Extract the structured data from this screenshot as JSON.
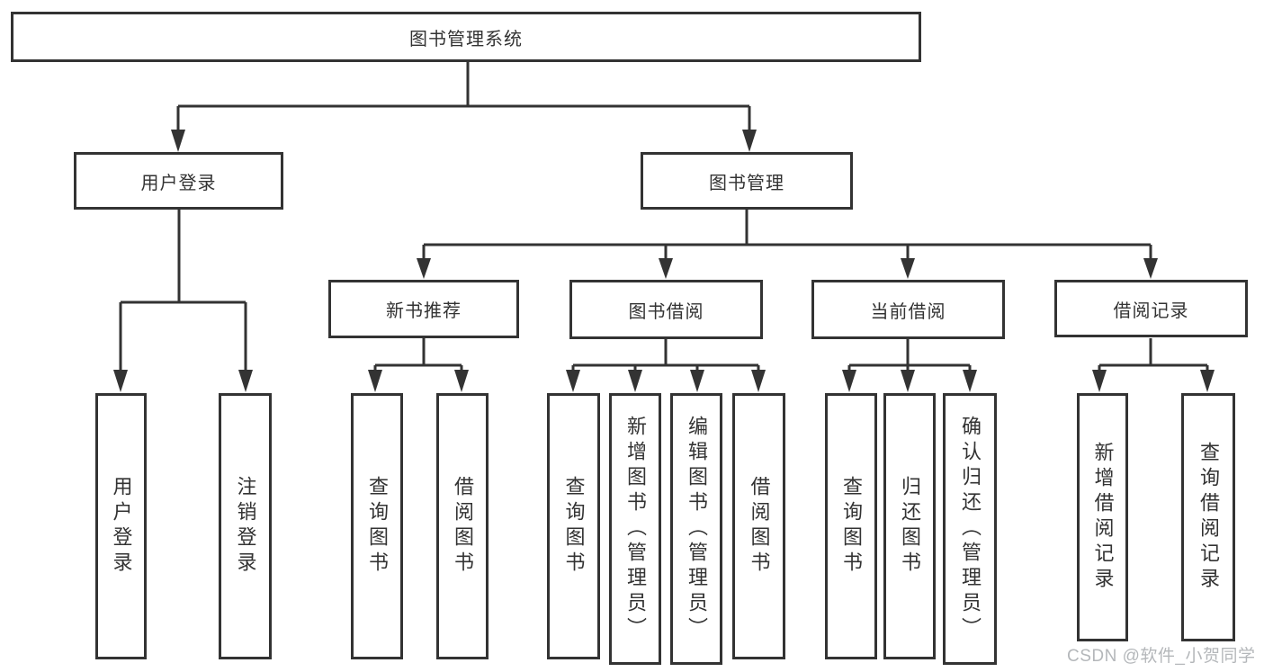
{
  "title": "图书管理系统",
  "level1": {
    "user_login": "用户登录",
    "book_management": "图书管理"
  },
  "level2": {
    "new_book_recommend": "新书推荐",
    "book_borrow": "图书借阅",
    "current_borrow": "当前借阅",
    "borrow_record": "借阅记录"
  },
  "level3": {
    "user_login_children": [
      "用户登录",
      "注销登录"
    ],
    "new_book_recommend_children": [
      "查询图书",
      "借阅图书"
    ],
    "book_borrow_children": [
      "查询图书",
      "新增图书（管理员）",
      "编辑图书（管理员）",
      "借阅图书"
    ],
    "current_borrow_children": [
      "查询图书",
      "归还图书",
      "确认归还（管理员）"
    ],
    "borrow_record_children": [
      "新增借阅记录",
      "查询借阅记录"
    ]
  },
  "watermark": "CSDN @软件_小贺同学",
  "colors": {
    "line": "#333333",
    "text": "#333333",
    "watermark": "#b4b7ba",
    "background": "#ffffff"
  }
}
